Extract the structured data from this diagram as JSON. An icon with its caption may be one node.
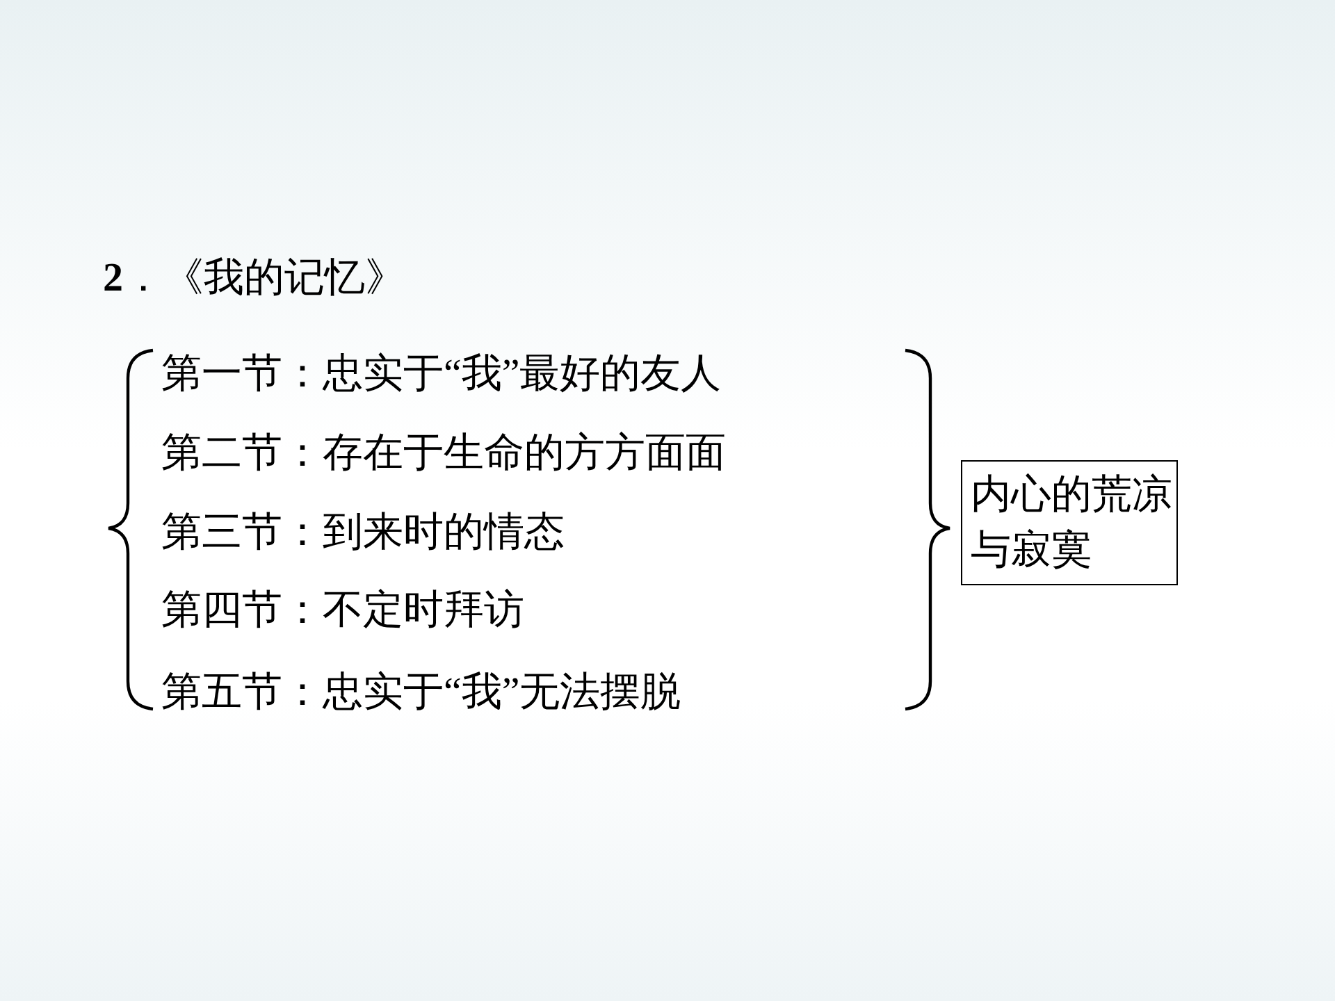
{
  "diagram": {
    "title": "**2**．《我的记忆》",
    "nodes": [
      {
        "text": [
          "内心的荒凉与寂寞"
        ]
      }
    ],
    "edges": [],
    "labels": [
      "第一节：忠实于“我”最好的友人",
      "第二节：存在于生命的方方面面",
      "第三节：到来时的情态",
      "第四节：不定时拜访",
      "第五节：忠实于“我”无法摆脱"
    ]
  }
}
